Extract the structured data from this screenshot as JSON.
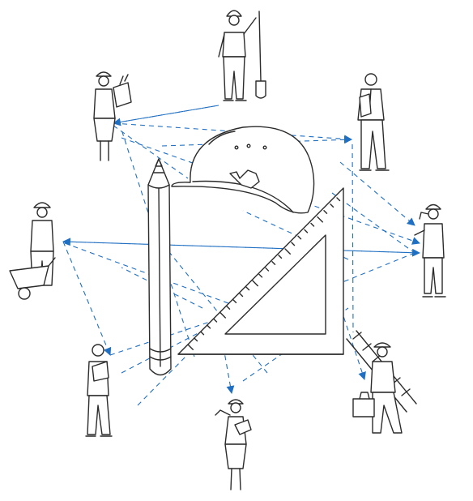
{
  "colors": {
    "background": "#ffffff",
    "line_art": "#2b2b2b",
    "connector_accent": "#1f6fc2"
  },
  "illustration": {
    "center_objects": [
      "hard-hat-icon",
      "pencil-icon",
      "set-square-icon"
    ],
    "people": [
      {
        "id": "worker-shovel",
        "icon": "construction-worker-with-shovel-icon"
      },
      {
        "id": "businessman",
        "icon": "businessman-with-folder-icon"
      },
      {
        "id": "phone-engineer",
        "icon": "engineer-on-phone-icon"
      },
      {
        "id": "ladder-worker",
        "icon": "worker-with-ladder-and-toolbox-icon"
      },
      {
        "id": "woman-engineer-bottom",
        "icon": "female-engineer-with-plans-icon"
      },
      {
        "id": "businesswoman-tablet",
        "icon": "businesswoman-with-tablet-icon"
      },
      {
        "id": "wheelbarrow-worker",
        "icon": "worker-with-wheelbarrow-icon"
      },
      {
        "id": "woman-engineer-top",
        "icon": "female-engineer-with-clipboard-icon"
      }
    ],
    "connector_count": 24
  }
}
